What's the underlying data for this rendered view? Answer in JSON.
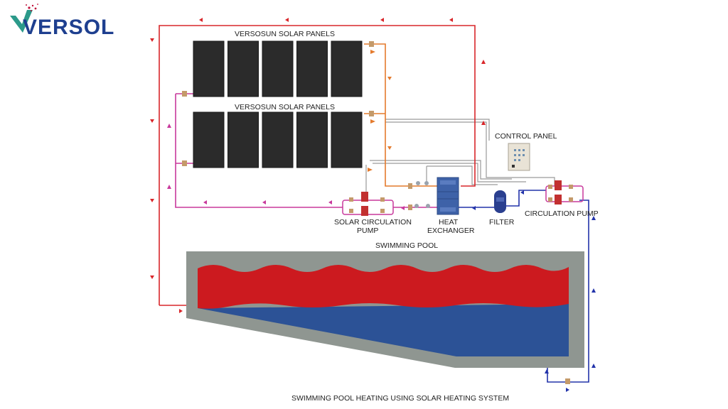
{
  "logo": {
    "text": "VERSOL",
    "colors": {
      "v": "#2c9a8a",
      "text": "#1e3f8f",
      "dots": "#c0103a"
    }
  },
  "labels": {
    "panels_top": "VERSOSUN SOLAR PANELS",
    "panels_bottom": "VERSOSUN SOLAR PANELS",
    "control_panel": "CONTROL PANEL",
    "solar_pump_line1": "SOLAR CIRCULATION",
    "solar_pump_line2": "PUMP",
    "heat_exchanger_line1": "HEAT",
    "heat_exchanger_line2": "EXCHANGER",
    "filter": "FILTER",
    "circulation_pump": "CIRCULATION PUMP",
    "pool": "SWIMMING POOL",
    "caption": "SWIMMING POOL HEATING USING SOLAR HEATING SYSTEM"
  },
  "colors": {
    "hot_pipe": "#d9262a",
    "solar_return_pipe": "#c8399c",
    "panel_feed_pipe": "#e47a2c",
    "cold_pipe": "#2233aa",
    "control_wire": "#9a9a9a",
    "panel": "#2b2b2b",
    "pool_wall": "#8f9691",
    "hot_water": "#cc1a1f",
    "cold_water": "#2c5296",
    "exchanger": "#3e62a8",
    "pump": "#c23030",
    "valve": "#c49a6a"
  },
  "icons": [
    "logo-v-icon",
    "flow-arrow-icon",
    "valve-icon",
    "pump-icon",
    "gauge-icon"
  ]
}
